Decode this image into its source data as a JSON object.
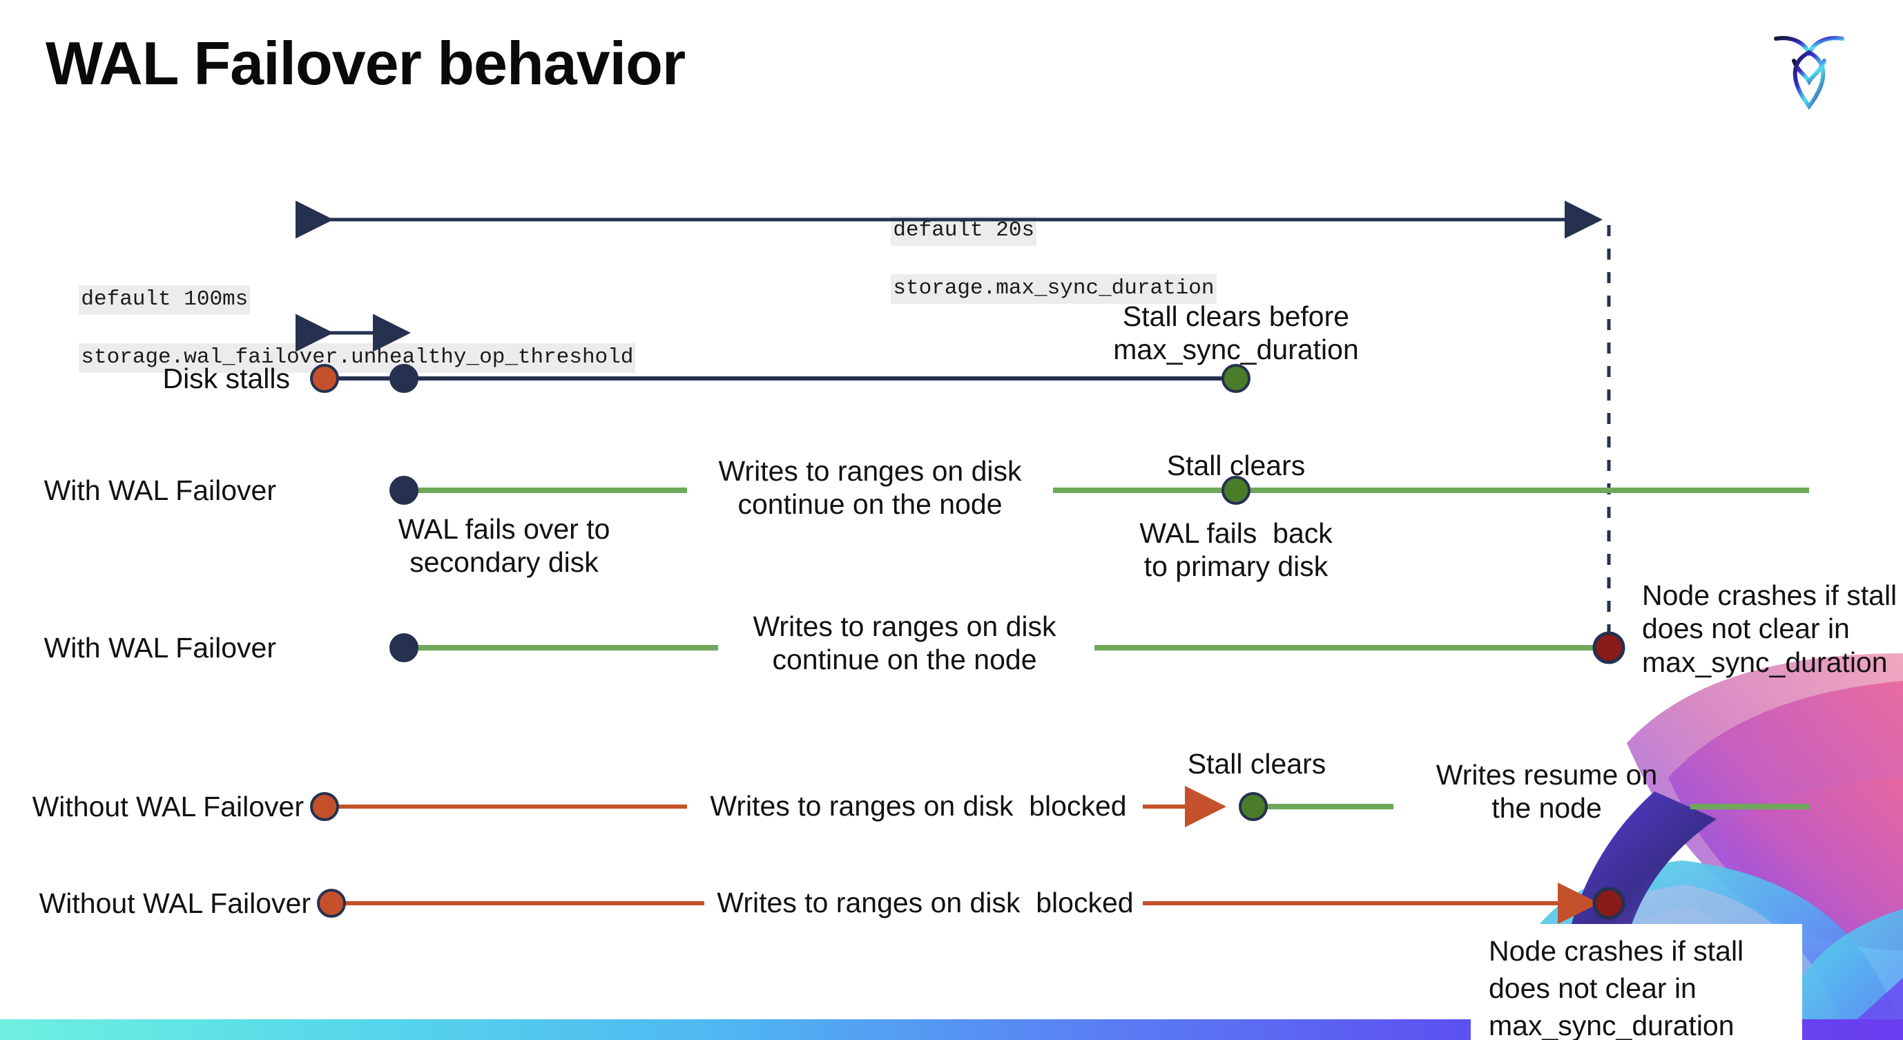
{
  "slide": {
    "title": "WAL Failover behavior",
    "logo_name": "cockroachdb-logo",
    "background": "#ffffff"
  },
  "colors": {
    "navy": "#25314f",
    "green_line": "#6fa85a",
    "green_dot": "#4a7c2a",
    "orange": "#c4512b",
    "dark_red": "#8b1a1a",
    "code_bg": "#ececec",
    "text": "#111111"
  },
  "settings": {
    "max_sync": {
      "default": "default 20s",
      "name": "storage.max_sync_duration"
    },
    "unhealthy": {
      "default": "default 100ms",
      "name": "storage.wal_failover.unhealthy_op_threshold"
    }
  },
  "rows": [
    {
      "id": "disk-stalls",
      "label": "Disk stalls",
      "annotation_top": "Stall clears before\nmax_sync_duration"
    },
    {
      "id": "with-wal-failover-1",
      "label": "With WAL Failover",
      "annotation_mid": "Writes to ranges on disk\ncontinue on the node",
      "annotation_start": "WAL fails over to\nsecondary disk",
      "annotation_clear": "Stall clears",
      "annotation_back": "WAL fails  back\nto primary disk"
    },
    {
      "id": "with-wal-failover-2",
      "label": "With WAL Failover",
      "annotation_mid": "Writes to ranges on disk\ncontinue on the node",
      "annotation_crash": "Node crashes if stall\ndoes not clear in\nmax_sync_duration"
    },
    {
      "id": "without-wal-failover-1",
      "label": "Without WAL Failover",
      "annotation_mid": "Writes to ranges on disk  blocked",
      "annotation_clear": "Stall clears",
      "annotation_resume": "Writes resume on\nthe node"
    },
    {
      "id": "without-wal-failover-2",
      "label": "Without WAL Failover",
      "annotation_mid": "Writes to ranges on disk  blocked",
      "annotation_crash": "Node crashes if stall\ndoes not clear in\nmax_sync_duration"
    }
  ]
}
